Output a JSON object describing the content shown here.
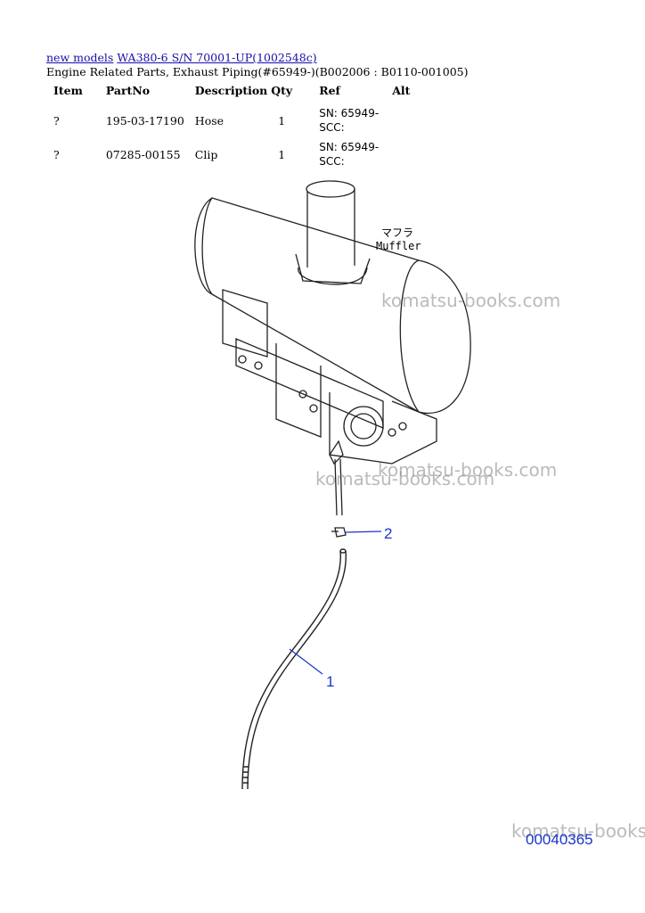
{
  "breadcrumb": {
    "link1": "new models",
    "link2": "WA380-6 S/N 70001-UP(1002548c)"
  },
  "subtitle": "Engine Related Parts, Exhaust Piping(#65949-)(B002006 : B0110-001005)",
  "table": {
    "headers": [
      "Item",
      "PartNo",
      "Description",
      "Qty",
      "Ref",
      "Alt"
    ],
    "rows": [
      {
        "item": "?",
        "partno": "195-03-17190",
        "description": "Hose",
        "qty": "1",
        "ref": "SN: 65949-SCC:",
        "alt": ""
      },
      {
        "item": "?",
        "partno": "07285-00155",
        "description": "Clip",
        "qty": "1",
        "ref": "SN: 65949-SCC:",
        "alt": ""
      }
    ]
  },
  "diagram": {
    "muffler_jp": "マフラ",
    "muffler_en": "Muffler",
    "callout_1": "1",
    "callout_2": "2",
    "code": "00040365"
  },
  "watermark": "komatsu-books.com",
  "colors": {
    "link": "#1a0dab",
    "callout": "#1a35c8",
    "watermark": "#8a8a8a"
  }
}
